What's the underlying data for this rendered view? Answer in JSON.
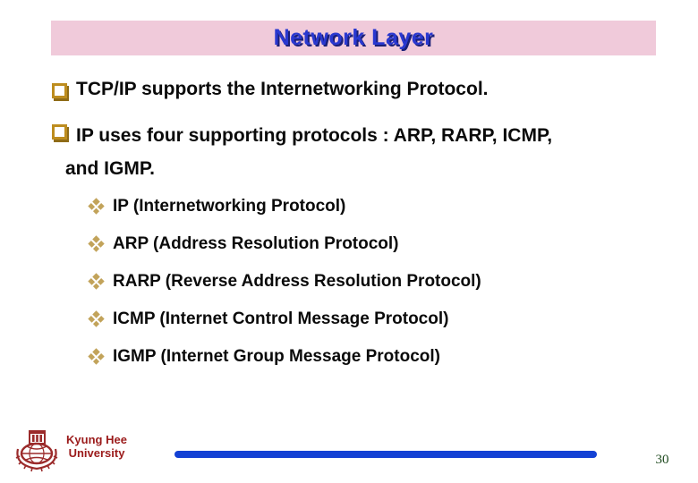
{
  "slide": {
    "title": "Network Layer",
    "bullets": [
      {
        "text": "TCP/IP supports the Internetworking Protocol."
      },
      {
        "text": "IP uses four supporting protocols : ARP, RARP, ICMP,\nand IGMP."
      }
    ],
    "sub_bullets": [
      {
        "text": "IP (Internetworking Protocol)"
      },
      {
        "text": "ARP (Address Resolution Protocol)"
      },
      {
        "text": "RARP (Reverse Address Resolution Protocol)"
      },
      {
        "text": "ICMP (Internet Control Message Protocol)"
      },
      {
        "text": "IGMP (Internet Group Message Protocol)"
      }
    ],
    "footer": {
      "institution_line1": "Kyung Hee",
      "institution_line2": "University",
      "page_number": "30"
    },
    "icons": {
      "square_bullet": "open-square-checkbox",
      "diamond_bullet": "four-diamond-asterisk",
      "crest": "kyung-hee-university-emblem"
    },
    "colors": {
      "title_bar_bg": "#f0cada",
      "title_text": "#2a38d0",
      "title_shadow": "#1a1f78",
      "body_text": "#0a0a0a",
      "square_bullet": "#bd8d1f",
      "diamond_bullet": "#c2a35a",
      "footer_text": "#9b1b1b",
      "divider_line": "#1341d4",
      "page_number": "#1e4a1e"
    }
  }
}
